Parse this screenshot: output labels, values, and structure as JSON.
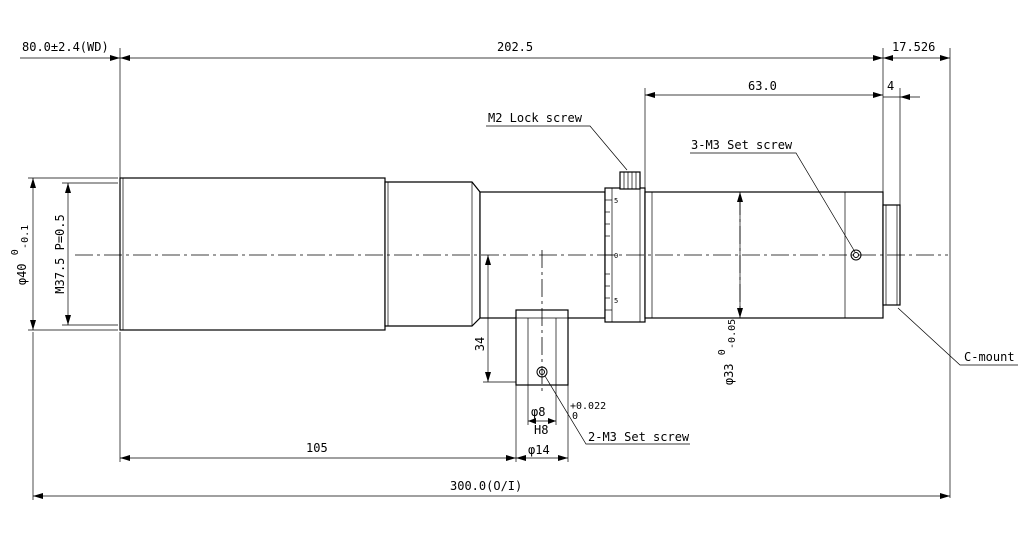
{
  "dimensions": {
    "working_distance": "80.0±2.4(WD)",
    "length_202": "202.5",
    "length_17": "17.526",
    "length_63": "63.0",
    "length_4": "4",
    "length_105": "105",
    "total_length": "300.0(O/I)",
    "height_34": "34",
    "dia_40_main": "φ40",
    "dia_40_tol_upper": "0",
    "dia_40_tol_lower": "-0.1",
    "thread": "M37.5 P=0.5",
    "dia_33_main": "φ33",
    "dia_33_tol_upper": "0",
    "dia_33_tol_lower": "-0.05",
    "dia_8": "φ8",
    "fit_h8": "H8",
    "tol_8_upper": "+0.022",
    "tol_8_lower": "0",
    "dia_14": "φ14"
  },
  "callouts": {
    "m2_lock": "M2 Lock screw",
    "m3_set_top": "3-M3 Set screw",
    "m3_set_bottom": "2-M3 Set screw",
    "c_mount": "C-mount"
  },
  "scale_marks": {
    "top": "5",
    "middle": "0",
    "bottom": "5"
  }
}
